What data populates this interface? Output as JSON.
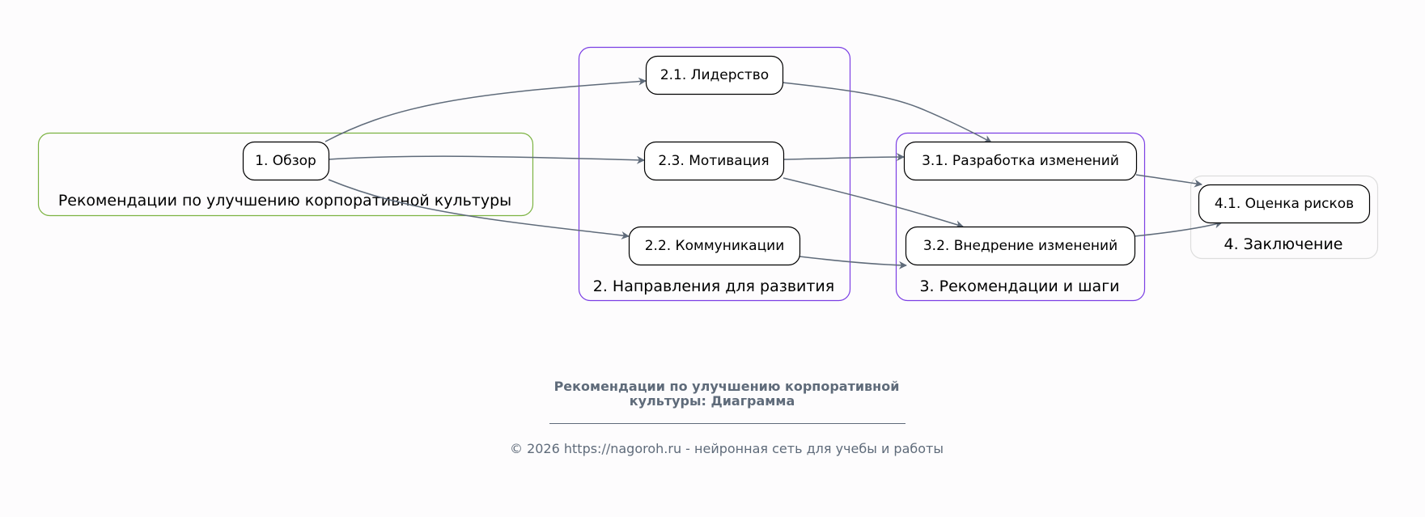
{
  "colors": {
    "cluster1": "#7cb342",
    "cluster2": "#7b3fe4",
    "cluster3": "#7b3fe4",
    "cluster4": "#dddddd",
    "edge": "#5f6b7a"
  },
  "clusters": {
    "c1": "Рекомендации по улучшению корпоративной культуры",
    "c2": "2. Направления для развития",
    "c3": "3. Рекомендации и шаги",
    "c4": "4. Заключение"
  },
  "nodes": {
    "n1": "1. Обзор",
    "n21": "2.1. Лидерство",
    "n23": "2.3. Мотивация",
    "n22": "2.2. Коммуникации",
    "n31": "3.1. Разработка изменений",
    "n32": "3.2. Внедрение изменений",
    "n41": "4.1. Оценка рисков"
  },
  "edges": [
    {
      "from": "1. Обзор",
      "to": "2.1. Лидерство"
    },
    {
      "from": "1. Обзор",
      "to": "2.3. Мотивация"
    },
    {
      "from": "1. Обзор",
      "to": "2.2. Коммуникации"
    },
    {
      "from": "2.1. Лидерство",
      "to": "3.1. Разработка изменений"
    },
    {
      "from": "2.3. Мотивация",
      "to": "3.1. Разработка изменений"
    },
    {
      "from": "2.3. Мотивация",
      "to": "3.2. Внедрение изменений"
    },
    {
      "from": "2.2. Коммуникации",
      "to": "3.2. Внедрение изменений"
    },
    {
      "from": "3.1. Разработка изменений",
      "to": "4.1. Оценка рисков"
    },
    {
      "from": "3.2. Внедрение изменений",
      "to": "4.1. Оценка рисков"
    }
  ],
  "title": {
    "line1": "Рекомендации по улучшению корпоративной",
    "line2": "культуры: Диаграмма"
  },
  "footer": "© 2026 https://nagoroh.ru - нейронная сеть для учебы и работы"
}
